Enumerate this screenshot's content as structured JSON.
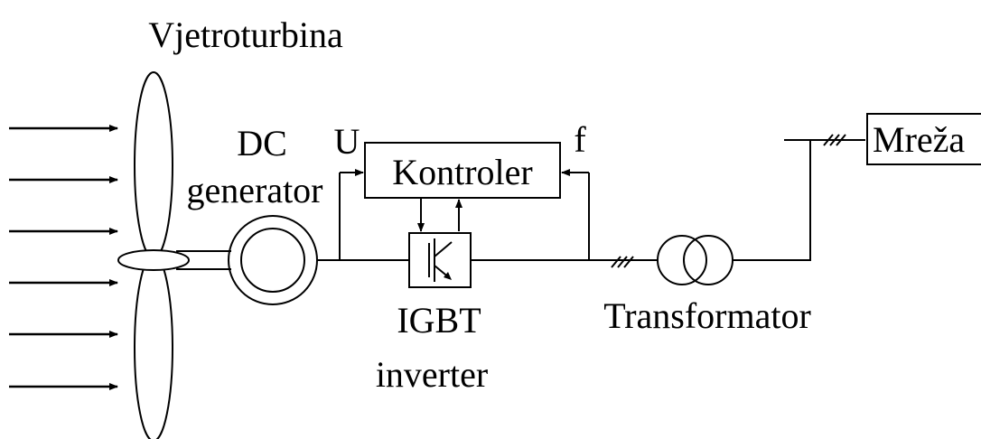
{
  "labels": {
    "turbine": "Vjetroturbina",
    "dc_line1": "DC",
    "dc_line2": "generator",
    "voltage": "U",
    "frequency": "f",
    "controller": "Kontroler",
    "igbt_line1": "IGBT",
    "igbt_line2": "inverter",
    "transformer": "Transformator",
    "grid": "Mreža"
  },
  "wind_arrow_count": 6,
  "colors": {
    "stroke": "#000000",
    "background": "#ffffff"
  }
}
